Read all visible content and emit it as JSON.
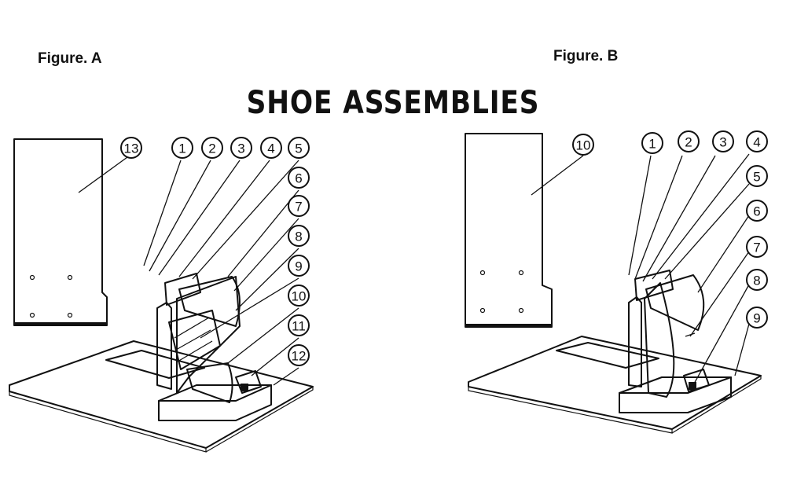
{
  "figure_a_label": "Figure. A",
  "figure_b_label": "Figure. B",
  "title": "SHOE ASSEMBLIES",
  "figure_a_callouts": [
    "1",
    "2",
    "3",
    "4",
    "5",
    "6",
    "7",
    "8",
    "9",
    "10",
    "11",
    "12",
    "13"
  ],
  "figure_b_callouts": [
    "1",
    "2",
    "3",
    "4",
    "5",
    "6",
    "7",
    "8",
    "9",
    "10"
  ]
}
